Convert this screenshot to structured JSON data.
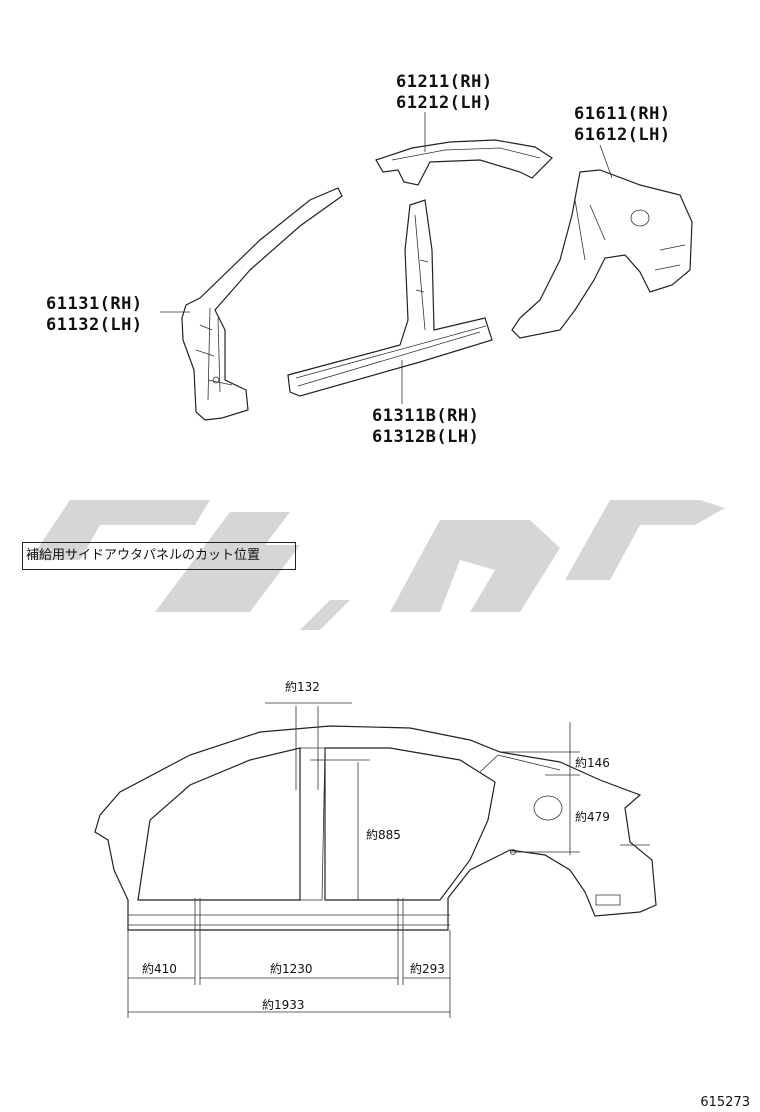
{
  "parts": {
    "p61211": {
      "rh": "61211(RH)",
      "lh": "61212(LH)"
    },
    "p61611": {
      "rh": "61611(RH)",
      "lh": "61612(LH)"
    },
    "p61131": {
      "rh": "61131(RH)",
      "lh": "61132(LH)"
    },
    "p61311": {
      "rh": "61311B(RH)",
      "lh": "61312B(LH)"
    }
  },
  "note": "補給用サイドアウタパネルのカット位置",
  "dimensions": {
    "d132": "約132",
    "d146": "約146",
    "d885": "約885",
    "d479": "約479",
    "d410": "約410",
    "d1230": "約1230",
    "d293": "約293",
    "d1933": "約1933"
  },
  "ref_number": "615273",
  "colors": {
    "line": "#222222",
    "watermark": "#cfcfcf"
  }
}
